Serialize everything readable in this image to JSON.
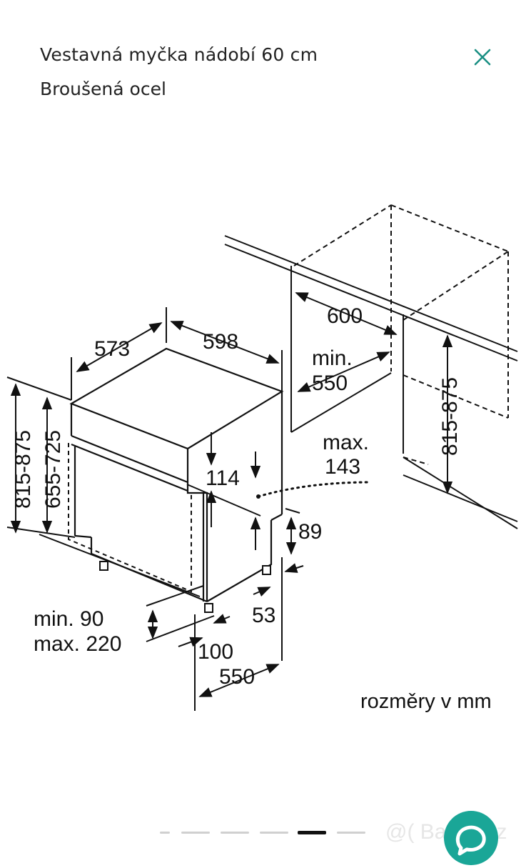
{
  "header": {
    "title": "Vestavná myčka nádobí 60 cm",
    "subtitle": "Broušená ocel",
    "close_icon": "close-icon"
  },
  "diagram": {
    "labels": {
      "w573": "573",
      "w598": "598",
      "w600": "600",
      "min550_a": "min.",
      "min550_b": "550",
      "max143_a": "max.",
      "max143_b": "143",
      "d114": "114",
      "d89": "89",
      "d53": "53",
      "d100": "100",
      "d550": "550",
      "min90": "min. 90",
      "max220": "max. 220",
      "h815_left": "815-875",
      "h655": "655-725",
      "h815_right": "815-875"
    },
    "units_note": "rozměry v mm"
  },
  "pager": {
    "count": 6,
    "active_index": 4
  },
  "watermark": "@( Bazos.cz",
  "colors": {
    "accent": "#1aa697",
    "text": "#111111",
    "close": "#1a8f83"
  }
}
